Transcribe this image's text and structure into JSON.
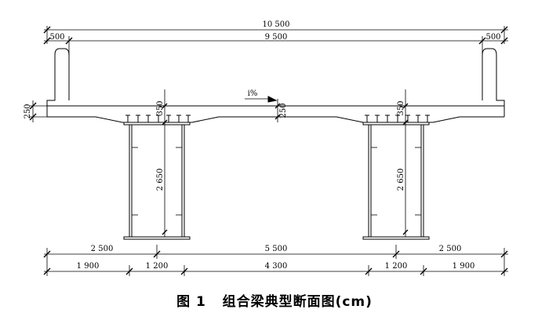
{
  "dimensions": {
    "total_width": "10 500",
    "cantilever_left": "500",
    "inner_width": "9 500",
    "cantilever_right": "500",
    "deck_thickness": "250",
    "slope": "i%",
    "slab_thickness_mid": "250",
    "slab_thickness_left_girder": "350",
    "slab_thickness_right_girder": "350",
    "girder_height_left": "2 650",
    "girder_height_right": "2 650",
    "row1": [
      "2 500",
      "5 500",
      "2 500"
    ],
    "row2": [
      "1 900",
      "1 200",
      "4 300",
      "1 200",
      "1 900"
    ]
  },
  "caption": {
    "figure_no": "图 1",
    "title": "组合梁典型断面图(cm)"
  }
}
